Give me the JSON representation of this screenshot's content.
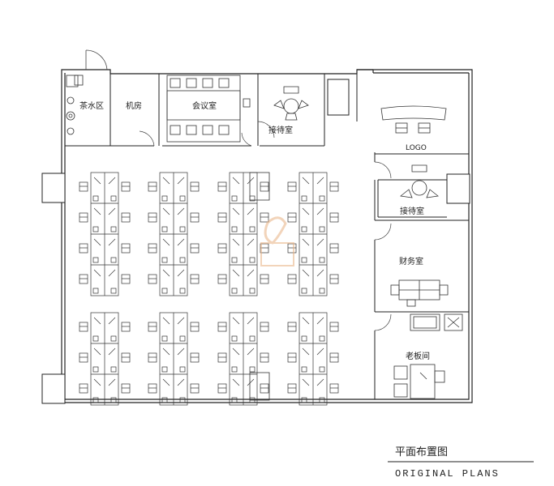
{
  "rooms": {
    "tea": "茶水区",
    "server": "机房",
    "meeting": "会议室",
    "reception_top": "接待室",
    "logo": "LOGO",
    "reception_right": "接待室",
    "finance": "财务室",
    "boss": "老板间"
  },
  "caption": {
    "title_cn": "平面布置图",
    "title_en": "ORIGINAL PLANS"
  },
  "colors": {
    "wall": "#222222",
    "line": "#444444",
    "watermark": "#e9b183"
  }
}
